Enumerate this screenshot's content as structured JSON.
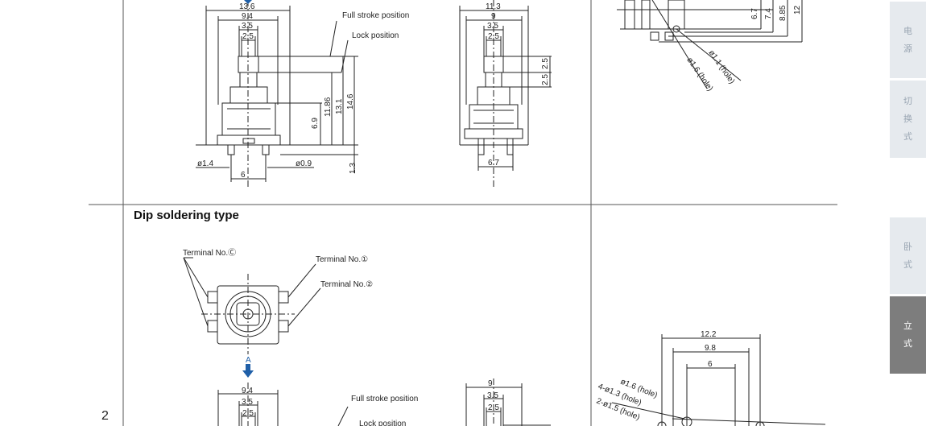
{
  "section": {
    "title": "Dip soldering type"
  },
  "page_number": "2",
  "side_tabs": [
    {
      "chars": [
        "电",
        "源"
      ],
      "state": "light"
    },
    {
      "chars": [
        "切",
        "换",
        "式"
      ],
      "state": "light"
    },
    {
      "chars": [
        "卧",
        "式"
      ],
      "state": "light"
    },
    {
      "chars": [
        "立",
        "式"
      ],
      "state": "active"
    }
  ],
  "top_front": {
    "dims": [
      "13.6",
      "9.4",
      "3.5",
      "2.5"
    ],
    "callouts": [
      "Full stroke position",
      "Lock position"
    ],
    "vertical_dims": [
      "6.9",
      "11.86",
      "13.1",
      "14.6",
      "1.3"
    ],
    "bottom_dims": [
      "ø1.4",
      "6",
      "ø0.9"
    ]
  },
  "top_side": {
    "dims": [
      "11.3",
      "9",
      "3.5",
      "2.5"
    ],
    "vertical_dims": [
      "2.5",
      "2.5"
    ],
    "bottom_dims": [
      "6.7"
    ]
  },
  "top_right": {
    "vertical_dims": [
      "6.7",
      "7.4",
      "8.85",
      "12"
    ],
    "hole_labels": [
      "ø1.1 (hole)",
      "ø1.6 (hole)"
    ]
  },
  "dip_top": {
    "terminals": [
      "Terminal No.Ⓒ",
      "Terminal No.①",
      "Terminal No.②"
    ],
    "arrow_label": "A"
  },
  "dip_front": {
    "dims": [
      "9.4",
      "3.5",
      "2.5"
    ],
    "callouts": [
      "Full stroke position",
      "Lock position"
    ]
  },
  "dip_side": {
    "dims": [
      "9",
      "3.5",
      "2.5"
    ]
  },
  "dip_right": {
    "dims": [
      "12.2",
      "9.8",
      "6"
    ],
    "hole_labels": [
      "ø1.6 (hole)",
      "4-ø1.3 (hole)",
      "2-ø1.5 (hole)"
    ]
  }
}
